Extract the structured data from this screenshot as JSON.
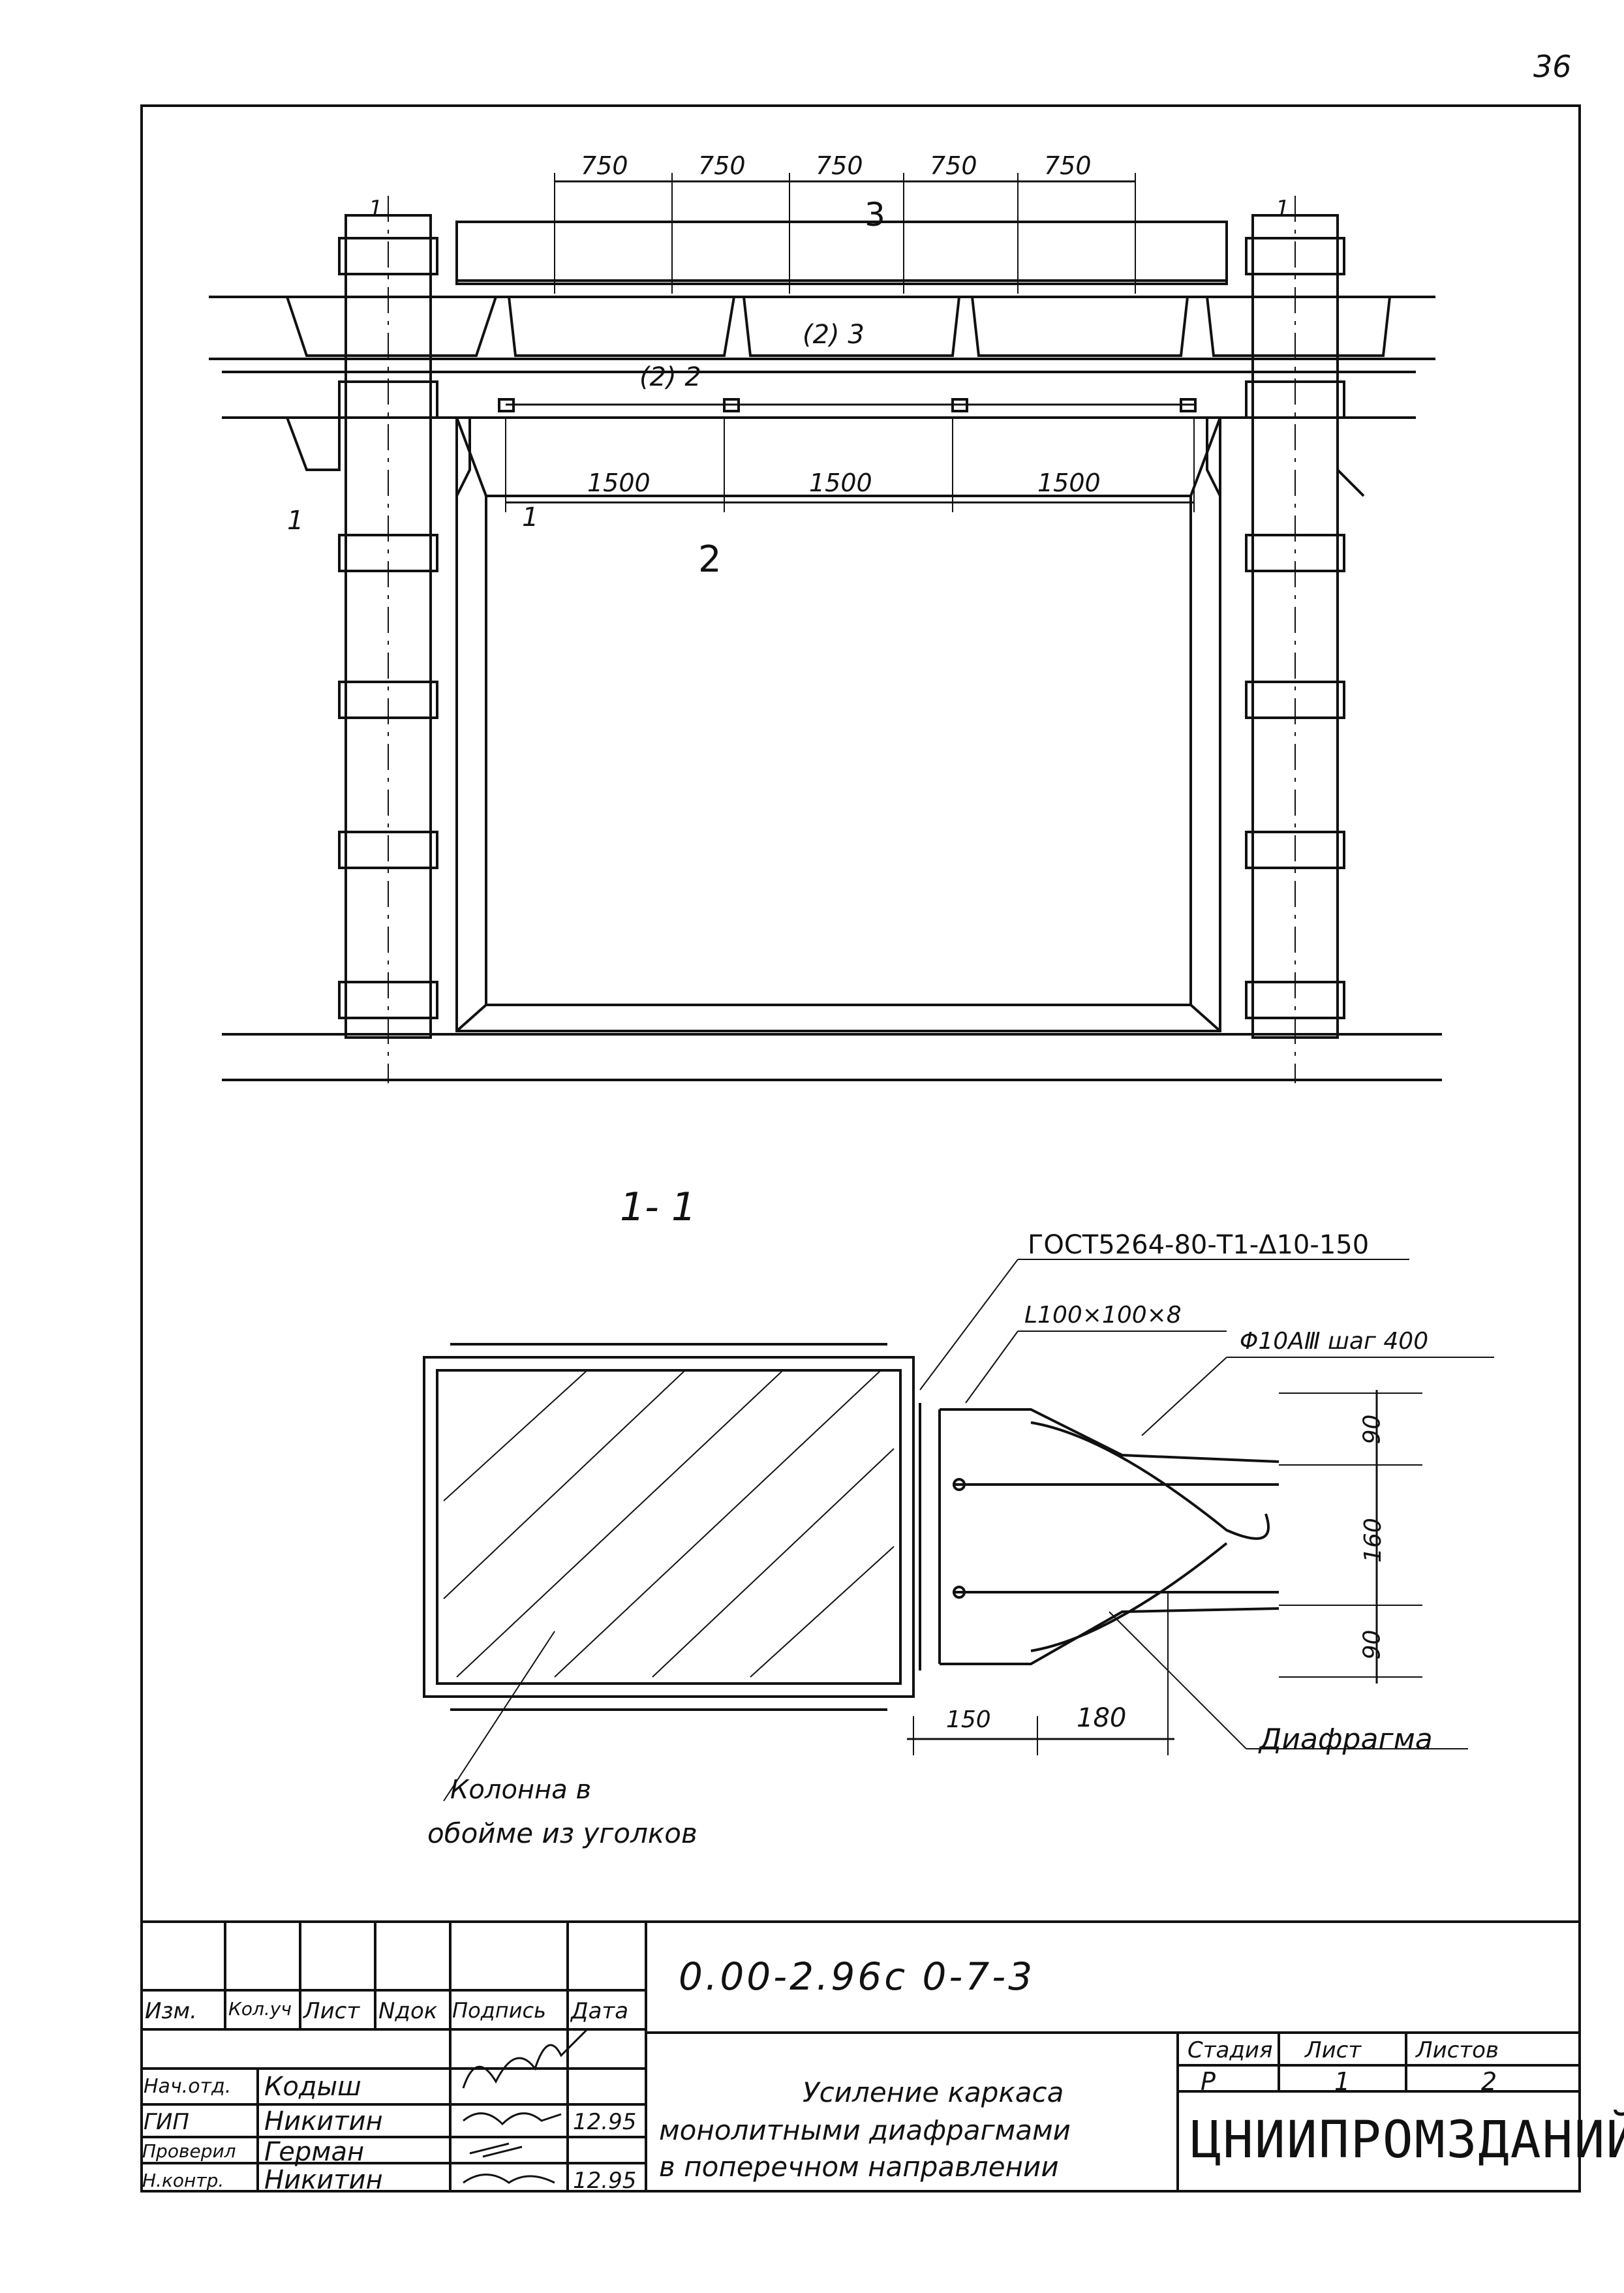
{
  "page_number": "36",
  "elevation": {
    "top_dims": [
      "750",
      "750",
      "750",
      "750",
      "750"
    ],
    "beam_dims": [
      "1500",
      "1500",
      "1500"
    ],
    "markers": {
      "cut1_left": "1",
      "cut1_right": "1",
      "cut2_top": "(2) 2",
      "cut2_bottom": "2",
      "cut3_top": "3",
      "cut3_bottom": "(2) 3",
      "col_top_left": "1",
      "col_top_right": "1"
    }
  },
  "section": {
    "title": "1- 1",
    "labels": {
      "gost": "ГОСТ5264-80-Т1-Δ10-150",
      "angle": "L100×100×8",
      "rebar": "Φ10АⅢ шаг 400",
      "diaphragm": "Диафрагма",
      "column_line1": "Колонна в",
      "column_line2": "обойме из уголков"
    },
    "dims_vertical": [
      "90",
      "160",
      "90"
    ],
    "dims_horizontal": [
      "150",
      "180"
    ]
  },
  "title_block": {
    "doc_code": "0.00-2.96с   0-7-3",
    "headers": [
      "Изм.",
      "Кол.уч",
      "Лист",
      "Nдок",
      "Подпись",
      "Дата"
    ],
    "staff": [
      {
        "role": "Нач.отд.",
        "name": "Кодыш",
        "date": ""
      },
      {
        "role": "ГИП",
        "name": "Никитин",
        "date": "12.95"
      },
      {
        "role": "Проверил",
        "name": "Герман",
        "date": ""
      },
      {
        "role": "Н.контр.",
        "name": "Никитин",
        "date": "12.95"
      }
    ],
    "title_lines": [
      "Усиление каркаса",
      "монолитными диафрагмами",
      "в поперечном направлении"
    ],
    "stage_header": "Стадия",
    "sheet_header": "Лист",
    "sheets_header": "Листов",
    "stage": "Р",
    "sheet": "1",
    "sheets": "2",
    "organization": "ЦНИИПРОМЗДАНИЙ"
  }
}
